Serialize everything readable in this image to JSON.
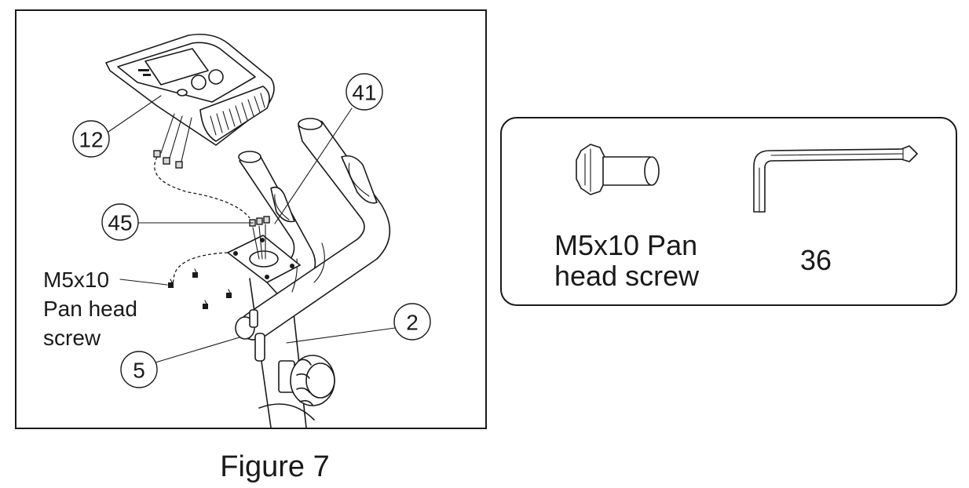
{
  "callouts": {
    "c12": "12",
    "c41": "41",
    "c45": "45",
    "c2": "2",
    "c5": "5"
  },
  "screw_label_lines": [
    "M5x10",
    "Pan head",
    "screw"
  ],
  "legend": {
    "screw_lines": [
      "M5x10 Pan",
      "head screw"
    ],
    "wrench_label": "36"
  },
  "caption": "Figure 7"
}
